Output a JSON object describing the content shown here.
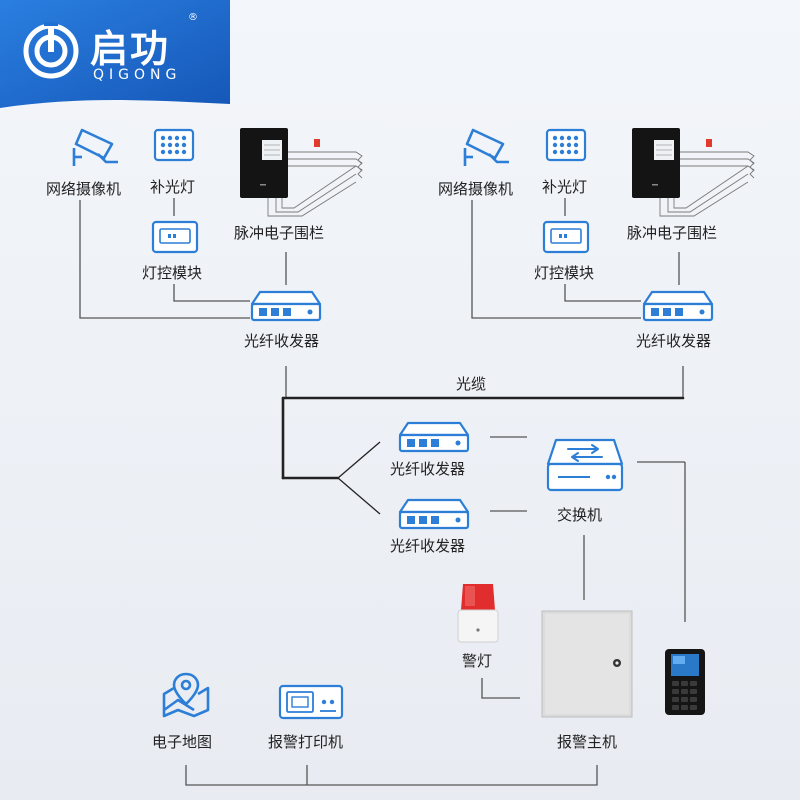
{
  "brand": {
    "name_cn": "启功",
    "name_en": "QIGONG",
    "registered": "®",
    "colors": {
      "primary": "#1f6fd6",
      "dark": "#1558b5"
    }
  },
  "diagram": {
    "accent_color": "#2c7ed6",
    "line_color": "#555555",
    "left_group": {
      "camera": "网络摄像机",
      "fill_light": "补光灯",
      "fence": "脉冲电子围栏",
      "light_module": "灯控模块",
      "transceiver": "光纤收发器"
    },
    "right_group": {
      "camera": "网络摄像机",
      "fill_light": "补光灯",
      "fence": "脉冲电子围栏",
      "light_module": "灯控模块",
      "transceiver": "光纤收发器"
    },
    "fiber_cable": "光缆",
    "center": {
      "transceiver_top": "光纤收发器",
      "transceiver_bottom": "光纤收发器",
      "switch": "交换机"
    },
    "bottom": {
      "alarm_light": "警灯",
      "alarm_host": "报警主机",
      "e_map": "电子地图",
      "alarm_printer": "报警打印机"
    }
  }
}
